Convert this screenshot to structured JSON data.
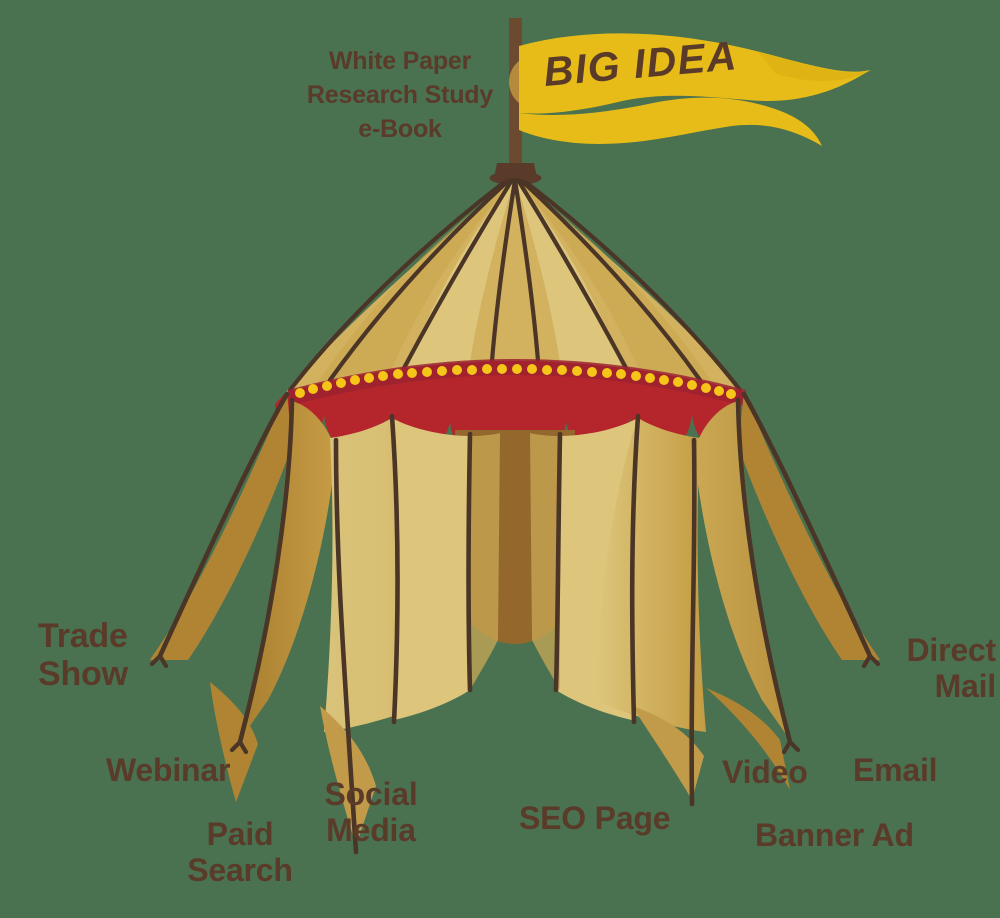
{
  "background_color": "#4a7251",
  "palette": {
    "text_brown": "#5a3a28",
    "outline_brown": "#4a3526",
    "pole_brown": "#6b4a2f",
    "flag_yellow": "#e8bc18",
    "flag_yellow_dark": "#d7ab10",
    "valance_red": "#b4262c",
    "valance_red_dark": "#9c2230",
    "dot_yellow": "#f5c518",
    "canvas_light": "#ddc67c",
    "canvas_mid": "#d2b15f",
    "canvas_dark": "#b8913e",
    "canvas_deep": "#a87f30",
    "tent_interior": "#94672c"
  },
  "header": {
    "lines": [
      "White Paper",
      "Research Study",
      "e-Book"
    ],
    "text": "White Paper\nResearch Study\ne-Book"
  },
  "flag": {
    "text": "BIG IDEA",
    "color": "#e8bc18",
    "text_color": "#5a3a28",
    "shape": "swallowtail-pennant"
  },
  "pole": {
    "color": "#6b4a2f"
  },
  "tent": {
    "peak_cap_color": "#5a3a28",
    "valance_color": "#b4262c",
    "valance_dot_color": "#f5c518",
    "valance_dot_count": 33,
    "roof_panel_count": 9,
    "skirt_panel_count": 6
  },
  "labels": {
    "trade_show": "Trade\nShow",
    "webinar": "Webinar",
    "paid_search": "Paid\nSearch",
    "social_media": "Social\nMedia",
    "seo_page": "SEO Page",
    "video": "Video",
    "banner_ad": "Banner Ad",
    "email": "Email",
    "direct_mail": "Direct\nMail"
  },
  "diagram_meta": {
    "type": "concept-illustration",
    "central_concept": "big-idea-tent",
    "top_assets": [
      "White Paper",
      "Research Study",
      "e-Book"
    ],
    "channel_labels": [
      "Trade Show",
      "Webinar",
      "Paid Search",
      "Social Media",
      "SEO Page",
      "Video",
      "Banner Ad",
      "Email",
      "Direct Mail"
    ]
  }
}
